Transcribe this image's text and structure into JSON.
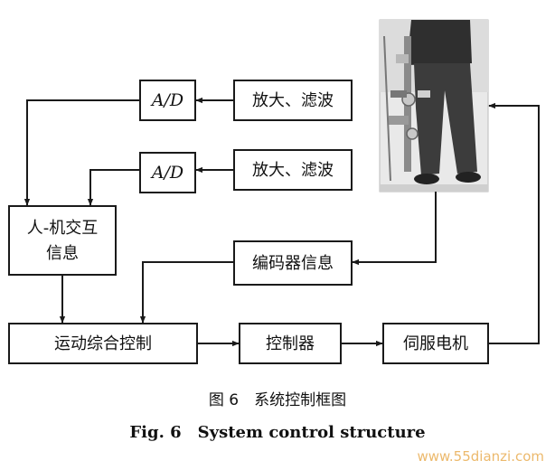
{
  "nodes": {
    "ad1": "A/D",
    "ad2": "A/D",
    "amp1": "放大、滤波",
    "amp2": "放大、滤波",
    "hmi_line1": "人-机交互",
    "hmi_line2": "信息",
    "encoder": "编码器信息",
    "motion": "运动综合控制",
    "controller": "控制器",
    "servo": "伺服电机"
  },
  "photo": {
    "label": "exoskeleton-photo"
  },
  "caption": {
    "cn": "图 6　系统控制框图",
    "en": "Fig. 6　System control structure"
  },
  "watermark": "www.55dianzi.com"
}
